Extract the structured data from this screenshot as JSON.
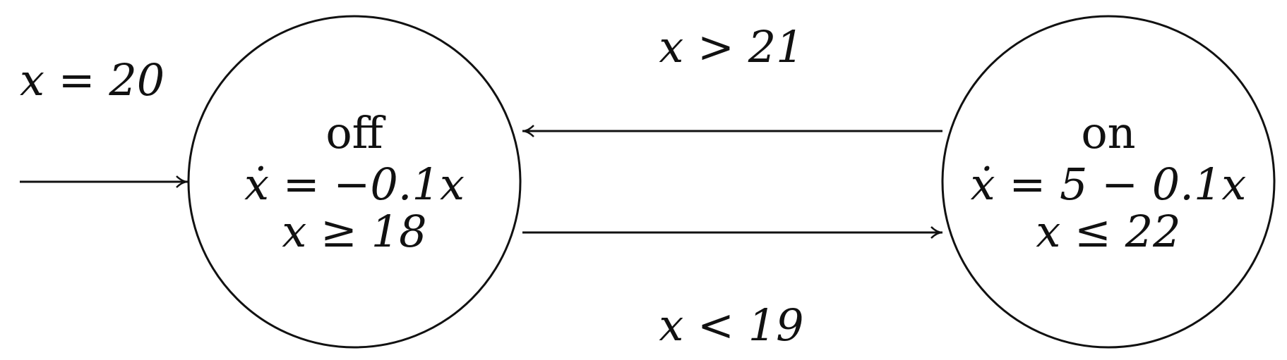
{
  "initial_edge": {
    "label": "x = 20"
  },
  "states": {
    "off": {
      "name": "off",
      "flow": "ẋ = −0.1x",
      "invariant": "x ≥ 18"
    },
    "on": {
      "name": "on",
      "flow": "ẋ = 5 − 0.1x",
      "invariant": "x ≤ 22"
    }
  },
  "transitions": {
    "on_to_off": {
      "guard": "x > 21"
    },
    "off_to_on": {
      "guard": "x < 19"
    }
  },
  "colors": {
    "stroke": "#111111",
    "background": "#ffffff"
  }
}
